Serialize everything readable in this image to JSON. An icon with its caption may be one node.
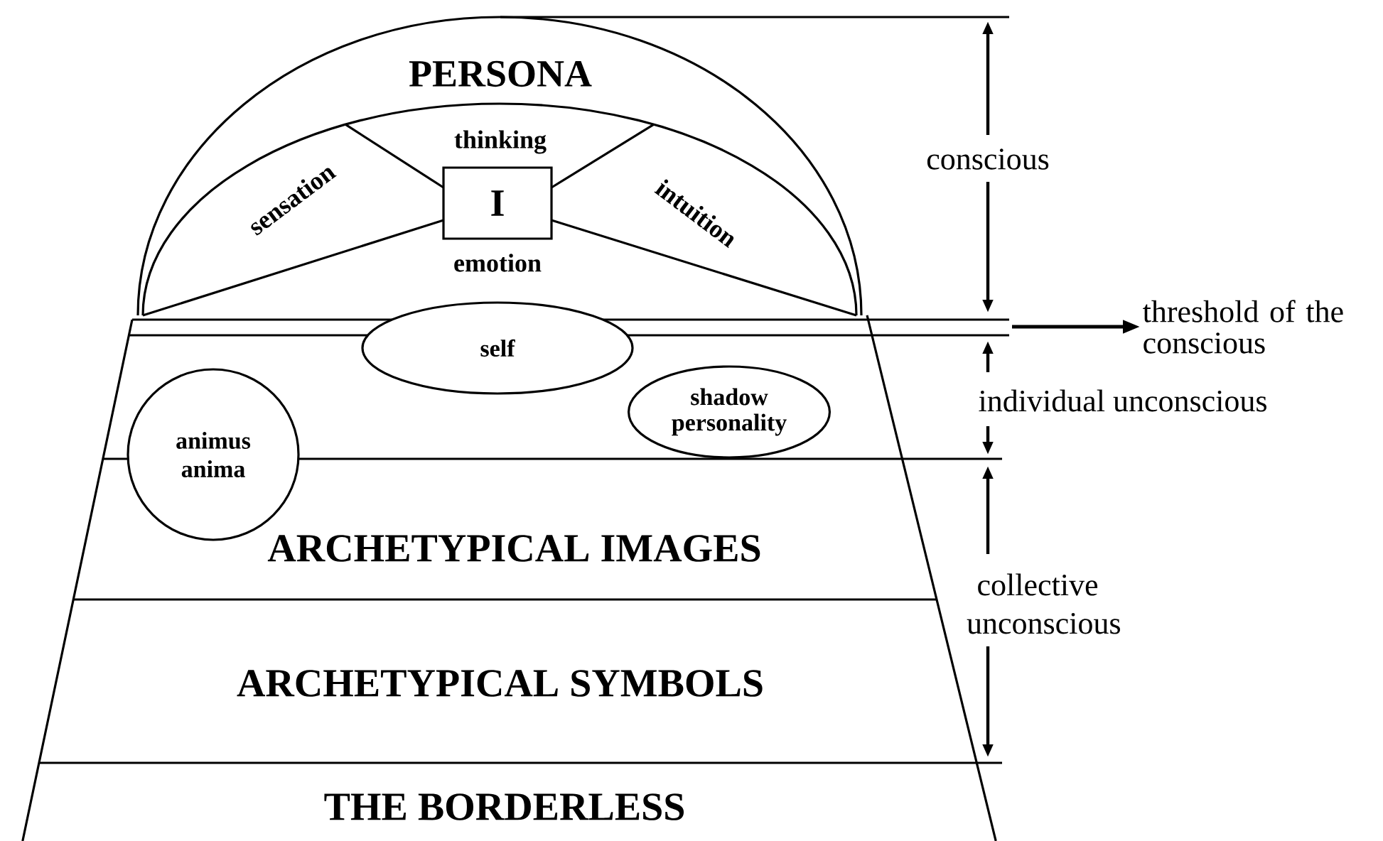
{
  "diagram": {
    "nodes": [
      {
        "text": [
          "PERSONA"
        ]
      },
      {
        "text": [
          "I"
        ],
        "in": 0
      },
      {
        "text": [
          "self"
        ]
      },
      {
        "text": [
          "shadow personality"
        ]
      },
      {
        "text": [
          "animus anima"
        ]
      },
      {
        "text": [
          "ARCHETYPICAL IMAGES"
        ]
      },
      {
        "text": [
          "ARCHETYPICAL SYMBOLS"
        ]
      },
      {
        "text": [
          "THE BORDERLESS"
        ]
      },
      {
        "text": [
          "threshold of the conscious"
        ]
      }
    ],
    "edges": [
      {
        "from": null,
        "to": 8,
        "arrow": "to"
      }
    ],
    "labels": [
      "thinking",
      "sensation",
      "intuition",
      "emotion",
      "conscious",
      "individual unconscious",
      "collective unconscious"
    ]
  }
}
